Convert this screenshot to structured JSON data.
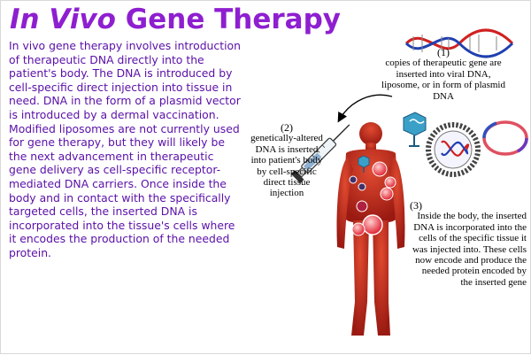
{
  "title": {
    "italic": "In Vivo",
    "rest": "Gene Therapy"
  },
  "body": {
    "text": "In vivo gene therapy involves introduction of therapeutic DNA directly into the patient's body. The DNA is introduced by cell-specific direct injection into tissue in need. DNA in the form of a plasmid vector is introduced by a dermal vaccination. Modified liposomes are not currently used for gene therapy, but they will likely be the next advancement in therapeutic gene delivery as cell-specific receptor-mediated DNA carriers. Once inside the body and in contact with the specifically targeted cells, the inserted DNA is incorporated into the tissue's cells where it encodes the production of the needed protein."
  },
  "notes": {
    "step1": {
      "number": "(1)",
      "text": "copies of therapeutic gene are inserted into viral DNA, liposome, or in form of plasmid DNA"
    },
    "step2": {
      "number": "(2)",
      "text": "genetically-altered DNA is inserted into patient's body by cell-specific direct tissue injection"
    },
    "step3": {
      "number": "(3)",
      "text": "Inside the body, the inserted DNA is incorporated into the cells of the specific tissue it was injected into. These cells now encode and produce the needed protein encoded by the inserted gene"
    }
  },
  "colors": {
    "title": "#8e1fd0",
    "body_text": "#5a0fa8",
    "figure_body": "#c0281c",
    "dna_red": "#d02020",
    "dna_blue": "#2040b0",
    "liposome_ring": "#444444",
    "virus": "#3aa0c8",
    "plasmid_ring": "#e05060"
  },
  "icons": {
    "dna": "dna-helix-icon",
    "syringe": "syringe-icon",
    "virus": "virus-icon",
    "liposome": "liposome-icon",
    "plasmid": "plasmid-icon",
    "human": "human-body-icon",
    "cell": "cell-icon"
  }
}
